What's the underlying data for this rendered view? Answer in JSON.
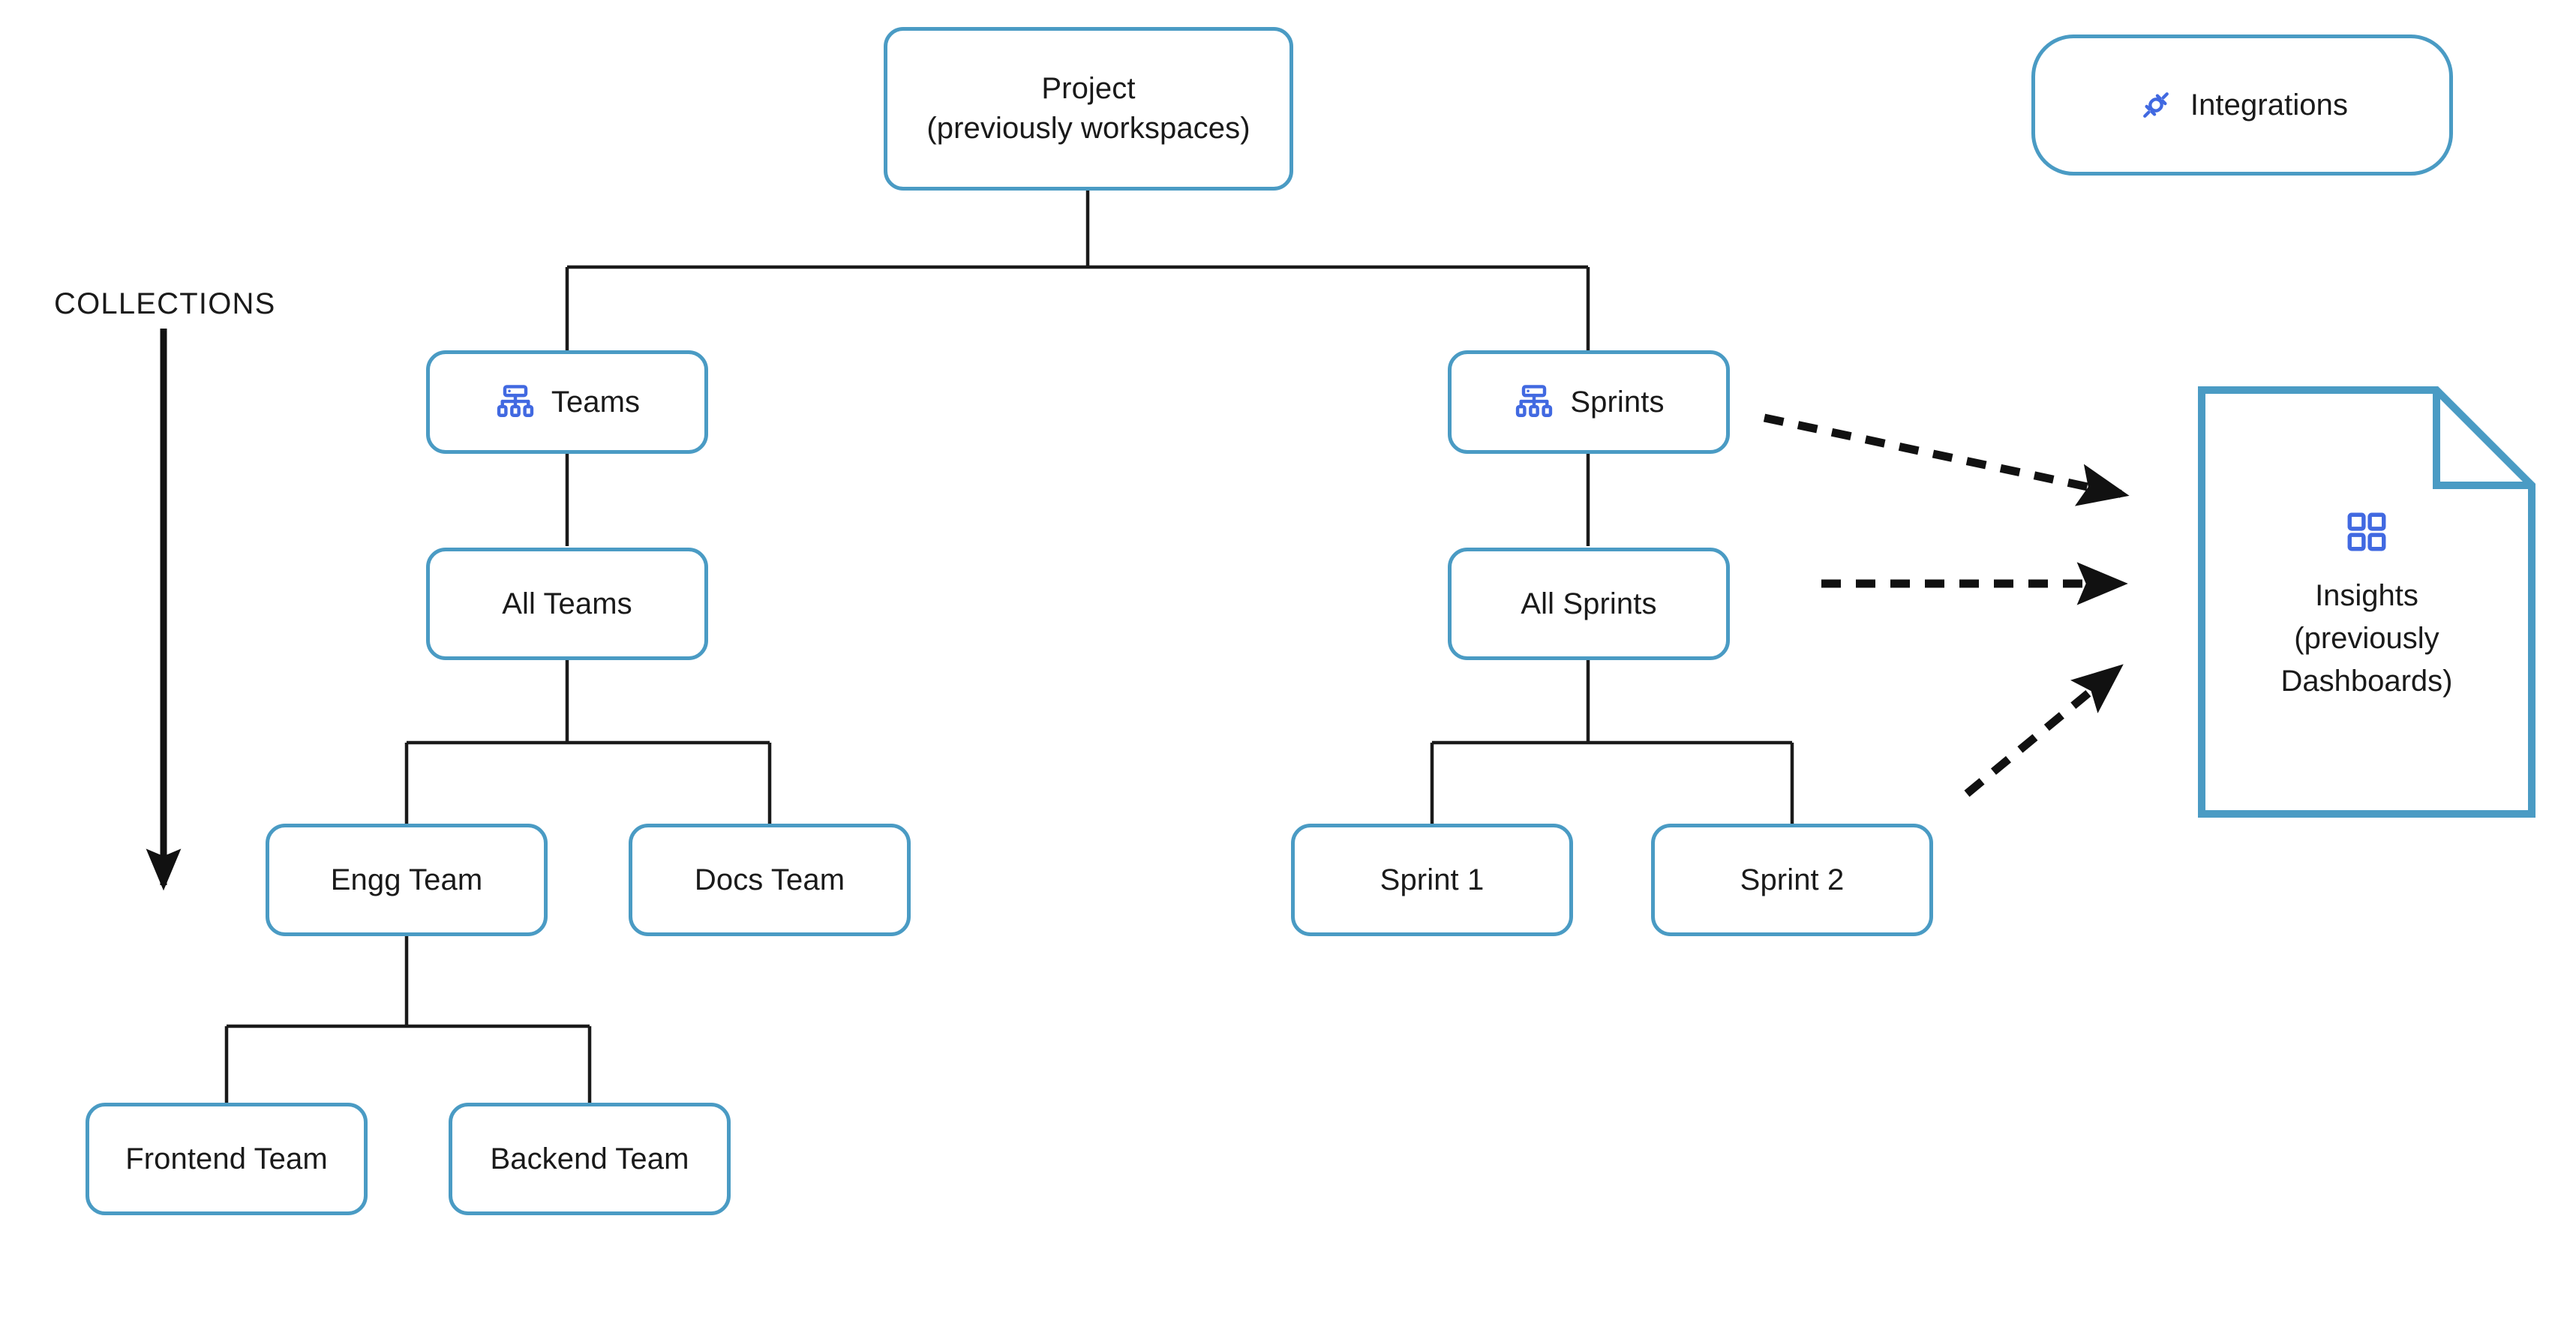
{
  "diagram": {
    "title_label": "COLLECTIONS",
    "accent_color": "#4A9BC4",
    "icon_color": "#4169E1",
    "edge_color": "#1a1a1a",
    "background": "#ffffff"
  },
  "nodes": {
    "project": {
      "label": "Project\n(previously workspaces)",
      "icon": null
    },
    "integrations": {
      "label": "Integrations",
      "icon": "plug-connector-icon"
    },
    "teams": {
      "label": "Teams",
      "icon": "hierarchy-icon"
    },
    "sprints": {
      "label": "Sprints",
      "icon": "hierarchy-icon"
    },
    "all_teams": {
      "label": "All Teams",
      "icon": null
    },
    "all_sprints": {
      "label": "All Sprints",
      "icon": null
    },
    "engg_team": {
      "label": "Engg Team",
      "icon": null
    },
    "docs_team": {
      "label": "Docs Team",
      "icon": null
    },
    "frontend_team": {
      "label": "Frontend Team",
      "icon": null
    },
    "backend_team": {
      "label": "Backend Team",
      "icon": null
    },
    "sprint_1": {
      "label": "Sprint 1",
      "icon": null
    },
    "sprint_2": {
      "label": "Sprint 2",
      "icon": null
    },
    "insights": {
      "label": "Insights\n(previously\nDashboards)",
      "icon": "dashboard-grid-icon"
    }
  },
  "annotations": {
    "collections_arrow": "downward-arrow"
  },
  "chart_data": {
    "type": "diagram",
    "diagram_kind": "tree-hierarchy",
    "title": "COLLECTIONS",
    "nodes": [
      {
        "id": "project",
        "label": "Project (previously workspaces)",
        "shape": "rounded-rect",
        "level": 0
      },
      {
        "id": "teams",
        "label": "Teams",
        "shape": "rounded-rect",
        "level": 1,
        "icon": "hierarchy-icon"
      },
      {
        "id": "sprints",
        "label": "Sprints",
        "shape": "rounded-rect",
        "level": 1,
        "icon": "hierarchy-icon"
      },
      {
        "id": "all_teams",
        "label": "All Teams",
        "shape": "rounded-rect",
        "level": 2
      },
      {
        "id": "all_sprints",
        "label": "All Sprints",
        "shape": "rounded-rect",
        "level": 2
      },
      {
        "id": "engg_team",
        "label": "Engg Team",
        "shape": "rounded-rect",
        "level": 3
      },
      {
        "id": "docs_team",
        "label": "Docs Team",
        "shape": "rounded-rect",
        "level": 3
      },
      {
        "id": "sprint_1",
        "label": "Sprint 1",
        "shape": "rounded-rect",
        "level": 3
      },
      {
        "id": "sprint_2",
        "label": "Sprint 2",
        "shape": "rounded-rect",
        "level": 3
      },
      {
        "id": "frontend_team",
        "label": "Frontend Team",
        "shape": "rounded-rect",
        "level": 4
      },
      {
        "id": "backend_team",
        "label": "Backend Team",
        "shape": "rounded-rect",
        "level": 4
      },
      {
        "id": "integrations",
        "label": "Integrations",
        "shape": "pill",
        "level": 0,
        "icon": "plug-connector-icon"
      },
      {
        "id": "insights",
        "label": "Insights (previously Dashboards)",
        "shape": "document",
        "icon": "dashboard-grid-icon"
      }
    ],
    "edges": [
      {
        "from": "project",
        "to": "teams",
        "style": "solid"
      },
      {
        "from": "project",
        "to": "sprints",
        "style": "solid"
      },
      {
        "from": "teams",
        "to": "all_teams",
        "style": "solid"
      },
      {
        "from": "all_teams",
        "to": "engg_team",
        "style": "solid"
      },
      {
        "from": "all_teams",
        "to": "docs_team",
        "style": "solid"
      },
      {
        "from": "engg_team",
        "to": "frontend_team",
        "style": "solid"
      },
      {
        "from": "engg_team",
        "to": "backend_team",
        "style": "solid"
      },
      {
        "from": "sprints",
        "to": "all_sprints",
        "style": "solid"
      },
      {
        "from": "all_sprints",
        "to": "sprint_1",
        "style": "solid"
      },
      {
        "from": "all_sprints",
        "to": "sprint_2",
        "style": "solid"
      },
      {
        "from": "sprints",
        "to": "insights",
        "style": "dashed",
        "arrow": true
      },
      {
        "from": "all_sprints",
        "to": "insights",
        "style": "dashed",
        "arrow": true
      },
      {
        "from": "sprint_area",
        "to": "insights",
        "style": "dashed",
        "arrow": true
      }
    ]
  }
}
